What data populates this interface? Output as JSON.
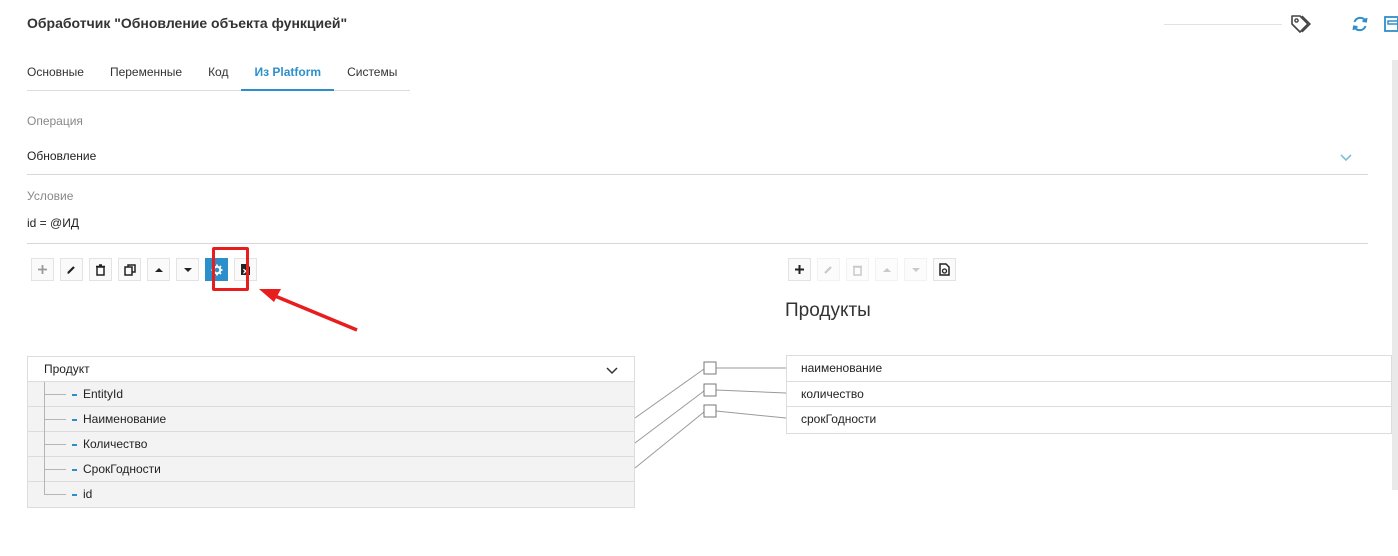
{
  "header": {
    "title": "Обработчик \"Обновление объекта функцией\"",
    "icons": [
      "tag-icon",
      "refresh-icon",
      "save-icon"
    ]
  },
  "tabs": [
    {
      "label": "Основные",
      "active": false
    },
    {
      "label": "Переменные",
      "active": false
    },
    {
      "label": "Код",
      "active": false
    },
    {
      "label": "Из Platform",
      "active": true
    },
    {
      "label": "Системы",
      "active": false
    }
  ],
  "operation": {
    "label": "Операция",
    "value": "Обновление"
  },
  "condition": {
    "label": "Условие",
    "value": "id = @ИД"
  },
  "left_toolbar": [
    "add-icon",
    "edit-icon",
    "delete-icon",
    "copy-icon",
    "move-up-icon",
    "move-down-icon",
    "settings-icon",
    "export-excel-icon"
  ],
  "right_toolbar": [
    "add-icon",
    "edit-icon",
    "delete-icon",
    "move-up-icon",
    "move-down-icon",
    "import-icon"
  ],
  "products": {
    "title": "Продукты",
    "fields": [
      "наименование",
      "количество",
      "срокГодности"
    ]
  },
  "tree": {
    "root": "Продукт",
    "children": [
      "EntityId",
      "Наименование",
      "Количество",
      "СрокГодности",
      "id"
    ]
  },
  "colors": {
    "accent": "#2d8fc9",
    "highlight": "#e81d1d"
  }
}
